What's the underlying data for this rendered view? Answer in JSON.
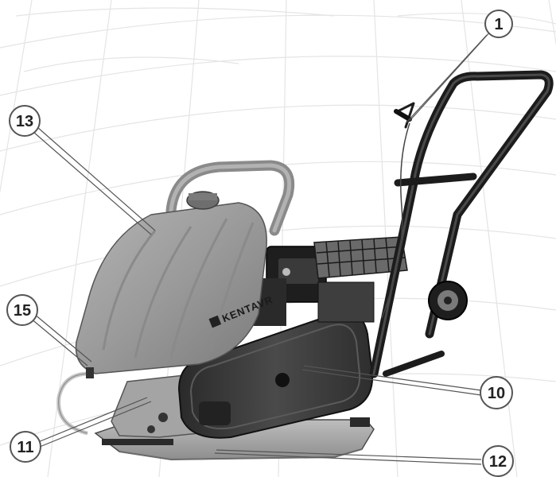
{
  "callouts": [
    {
      "id": "callout-1",
      "label": "1"
    },
    {
      "id": "callout-13",
      "label": "13"
    },
    {
      "id": "callout-15",
      "label": "15"
    },
    {
      "id": "callout-10",
      "label": "10"
    },
    {
      "id": "callout-11",
      "label": "11"
    },
    {
      "id": "callout-12",
      "label": "12"
    }
  ],
  "machine": {
    "brand": "KENTAVR"
  },
  "colors": {
    "background_grid": "#e6e6e6",
    "tank": "#9a9a9a",
    "frame": "#1c1c1c",
    "belt_cover": "#3a3a3a",
    "base_plate": "#a8a8a8",
    "callout_stroke": "#555555"
  }
}
